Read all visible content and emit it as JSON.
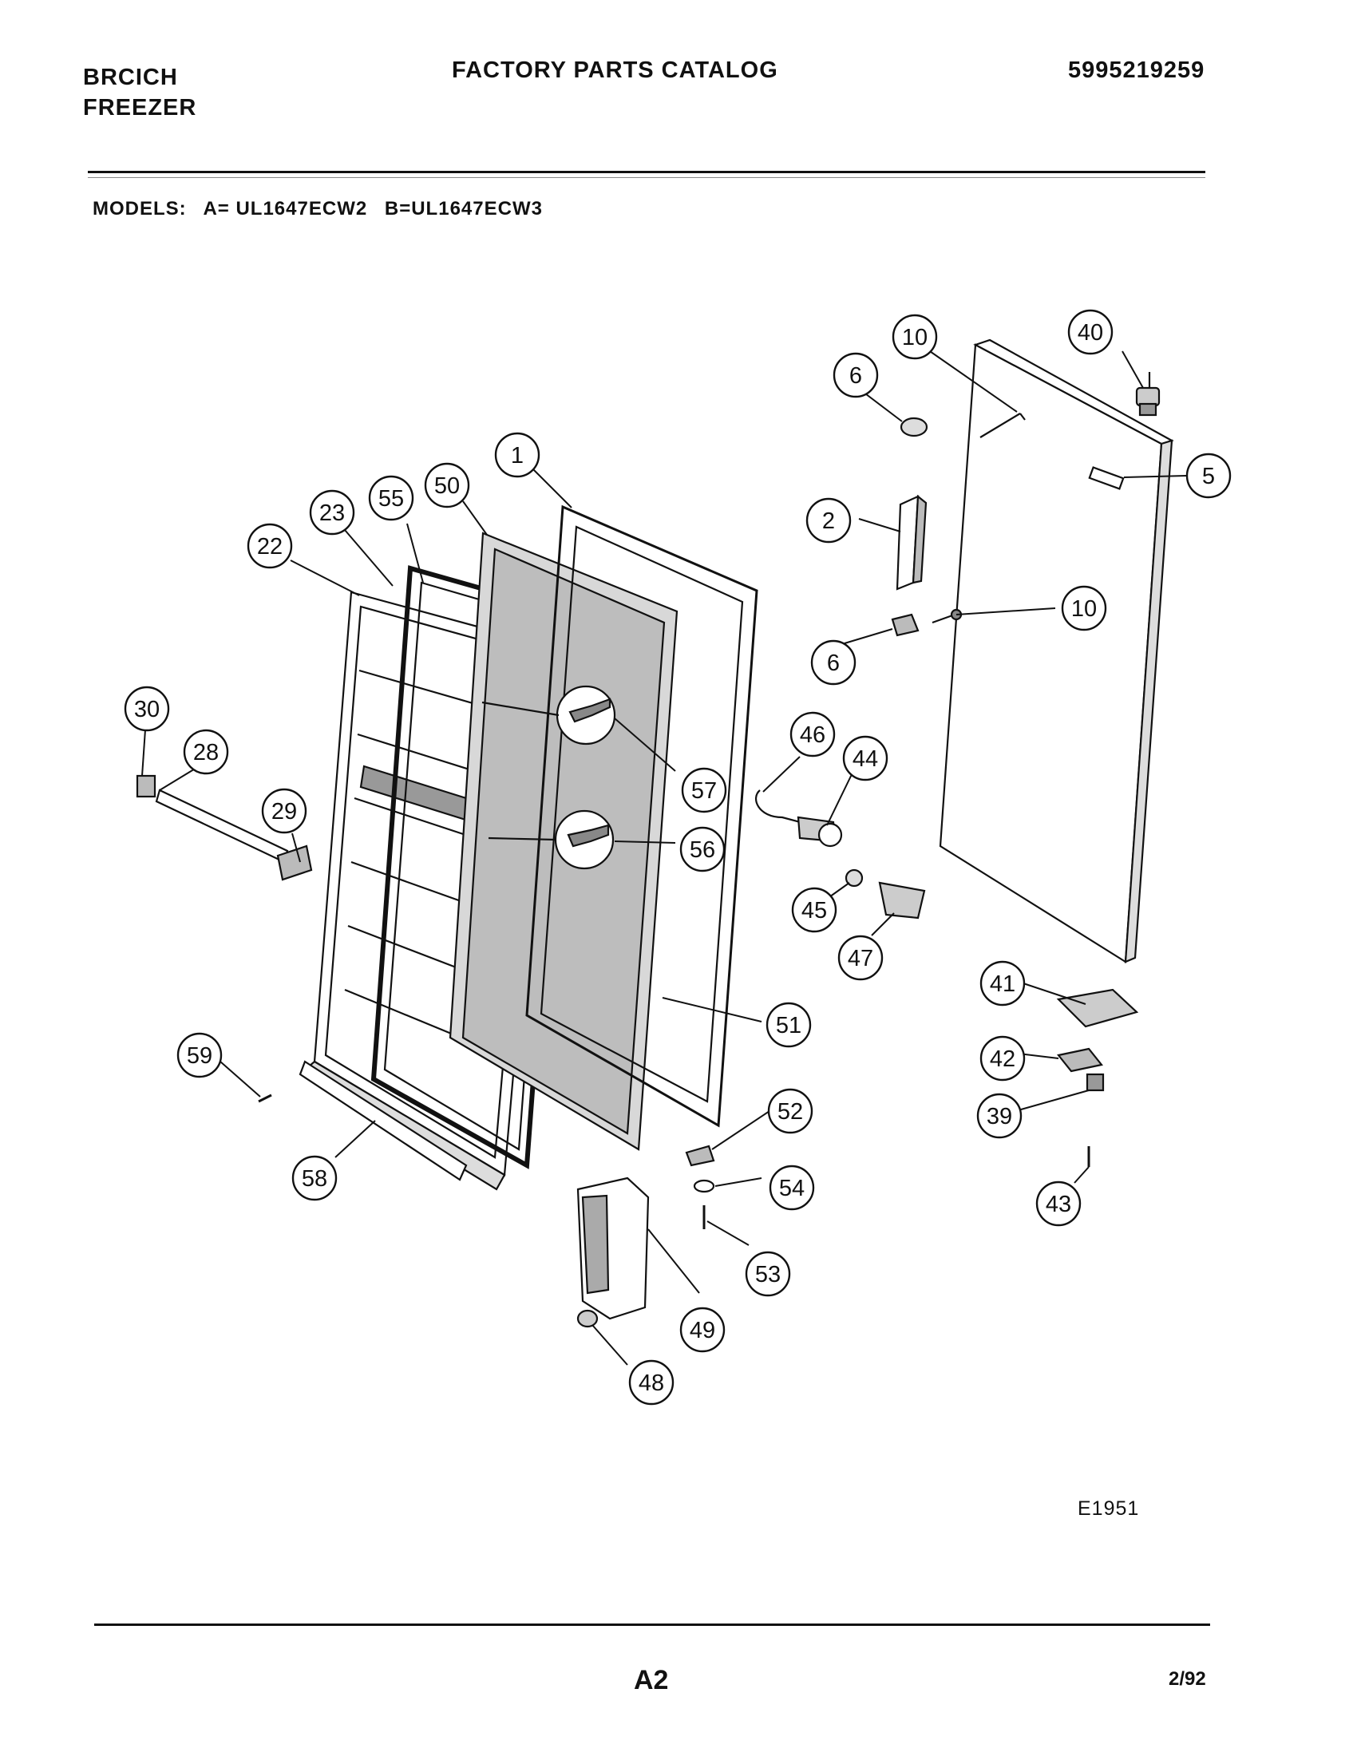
{
  "header": {
    "brand_line1": "BRCICH",
    "brand_line2": "FREEZER",
    "title": "FACTORY PARTS CATALOG",
    "catalog_number": "5995219259"
  },
  "models": {
    "label": "MODELS:",
    "model_a": "A= UL1647ECW2",
    "model_b": "B=UL1647ECW3"
  },
  "callouts": [
    "1",
    "2",
    "5",
    "6",
    "6",
    "10",
    "10",
    "22",
    "23",
    "28",
    "29",
    "30",
    "39",
    "40",
    "41",
    "42",
    "43",
    "44",
    "45",
    "46",
    "47",
    "48",
    "49",
    "50",
    "51",
    "52",
    "53",
    "54",
    "55",
    "56",
    "57",
    "58",
    "59"
  ],
  "figure_code": "E1951",
  "footer": {
    "page": "A2",
    "date": "2/92"
  }
}
